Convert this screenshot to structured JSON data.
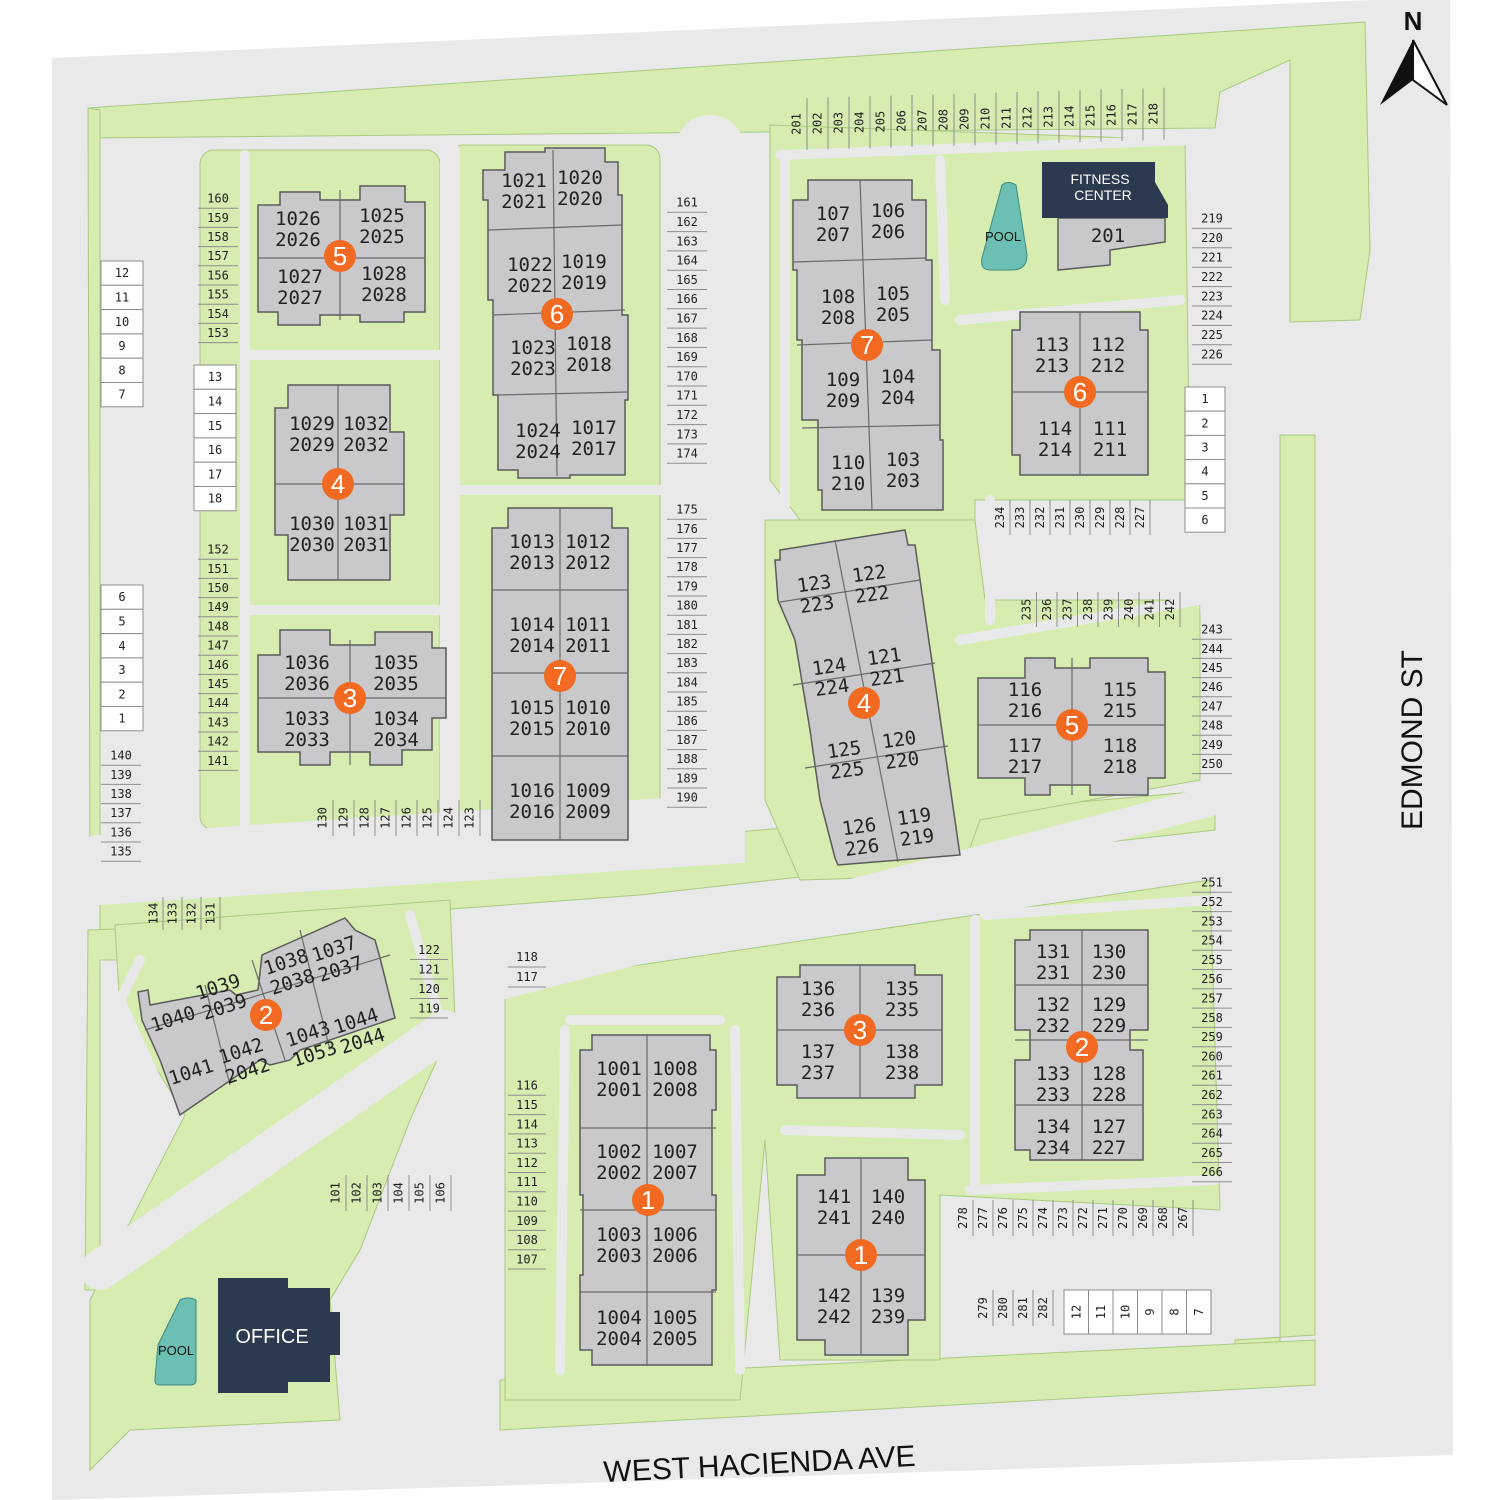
{
  "compass": {
    "label": "N"
  },
  "streets": {
    "south": "WEST HACIENDA AVE",
    "east": "EDMOND ST"
  },
  "amenities": {
    "office": "OFFICE",
    "fitness": [
      "FITNESS",
      "CENTER"
    ],
    "fitness_unit": "201",
    "pool": "POOL"
  },
  "colors": {
    "building": "#c9c9cb",
    "amenity": "#2c3a4f",
    "pool": "#6cbfb3",
    "badge": "#f26a21",
    "grass": "#d6ecb0",
    "pavement": "#e9e9ea"
  },
  "buildings": [
    {
      "badge": "5",
      "units": [
        [
          "1026",
          "2026"
        ],
        [
          "1025",
          "2025"
        ],
        [
          "1027",
          "2027"
        ],
        [
          "1028",
          "2028"
        ]
      ]
    },
    {
      "badge": "6",
      "units": [
        [
          "1021",
          "2021"
        ],
        [
          "1020",
          "2020"
        ],
        [
          "1022",
          "2022"
        ],
        [
          "1019",
          "2019"
        ],
        [
          "1023",
          "2023"
        ],
        [
          "1018",
          "2018"
        ],
        [
          "1024",
          "2024"
        ],
        [
          "1017",
          "2017"
        ]
      ]
    },
    {
      "badge": "4",
      "units": [
        [
          "1029",
          "2029"
        ],
        [
          "1032",
          "2032"
        ],
        [
          "1030",
          "2030"
        ],
        [
          "1031",
          "2031"
        ]
      ]
    },
    {
      "badge": "3",
      "units": [
        [
          "1036",
          "2036"
        ],
        [
          "1035",
          "2035"
        ],
        [
          "1033",
          "2033"
        ],
        [
          "1034",
          "2034"
        ]
      ]
    },
    {
      "badge": "7",
      "units": [
        [
          "1013",
          "2013"
        ],
        [
          "1012",
          "2012"
        ],
        [
          "1014",
          "2014"
        ],
        [
          "1011",
          "2011"
        ],
        [
          "1015",
          "2015"
        ],
        [
          "1010",
          "2010"
        ],
        [
          "1016",
          "2016"
        ],
        [
          "1009",
          "2009"
        ]
      ]
    },
    {
      "badge": "7",
      "units": [
        [
          "107",
          "207"
        ],
        [
          "106",
          "206"
        ],
        [
          "108",
          "208"
        ],
        [
          "105",
          "205"
        ],
        [
          "109",
          "209"
        ],
        [
          "104",
          "204"
        ],
        [
          "110",
          "210"
        ],
        [
          "103",
          "203"
        ]
      ]
    },
    {
      "badge": "6",
      "units": [
        [
          "113",
          "213"
        ],
        [
          "112",
          "212"
        ],
        [
          "114",
          "214"
        ],
        [
          "111",
          "211"
        ]
      ]
    },
    {
      "badge": "4",
      "units": [
        [
          "123",
          "223"
        ],
        [
          "122",
          "222"
        ],
        [
          "124",
          "224"
        ],
        [
          "121",
          "221"
        ],
        [
          "125",
          "225"
        ],
        [
          "120",
          "220"
        ],
        [
          "126",
          "226"
        ],
        [
          "119",
          "219"
        ]
      ]
    },
    {
      "badge": "5",
      "units": [
        [
          "116",
          "216"
        ],
        [
          "115",
          "215"
        ],
        [
          "117",
          "217"
        ],
        [
          "118",
          "218"
        ]
      ]
    },
    {
      "badge": "2",
      "units": [
        [
          "1040",
          ""
        ],
        [
          "1039",
          "2039"
        ],
        [
          "1038",
          "2038"
        ],
        [
          "1037",
          "2037"
        ],
        [
          "1041",
          ""
        ],
        [
          "1042",
          "2042"
        ],
        [
          "1043",
          "1053"
        ],
        [
          "1044",
          "2044"
        ]
      ]
    },
    {
      "badge": "3",
      "units": [
        [
          "136",
          "236"
        ],
        [
          "135",
          "235"
        ],
        [
          "137",
          "237"
        ],
        [
          "138",
          "238"
        ]
      ]
    },
    {
      "badge": "2",
      "units": [
        [
          "131",
          "231"
        ],
        [
          "130",
          "230"
        ],
        [
          "132",
          "232"
        ],
        [
          "129",
          "229"
        ],
        [
          "133",
          "233"
        ],
        [
          "128",
          "228"
        ],
        [
          "134",
          "234"
        ],
        [
          "127",
          "227"
        ]
      ]
    },
    {
      "badge": "1",
      "units": [
        [
          "1001",
          "2001"
        ],
        [
          "1008",
          "2008"
        ],
        [
          "1002",
          "2002"
        ],
        [
          "1007",
          "2007"
        ],
        [
          "1003",
          "2003"
        ],
        [
          "1006",
          "2006"
        ],
        [
          "1004",
          "2004"
        ],
        [
          "1005",
          "2005"
        ]
      ]
    },
    {
      "badge": "1",
      "units": [
        [
          "141",
          "241"
        ],
        [
          "140",
          "240"
        ],
        [
          "142",
          "242"
        ],
        [
          "139",
          "239"
        ]
      ]
    }
  ],
  "parking": {
    "top_row": [
      "201",
      "202",
      "203",
      "204",
      "205",
      "206",
      "207",
      "208",
      "209",
      "210",
      "211",
      "212",
      "213",
      "214",
      "215",
      "216",
      "217",
      "218"
    ],
    "fitness_side": [
      "219",
      "220",
      "221",
      "222",
      "223",
      "224",
      "225",
      "226"
    ],
    "east_garages_top": [
      "1",
      "2",
      "3",
      "4",
      "5",
      "6"
    ],
    "row_234": [
      "234",
      "233",
      "232",
      "231",
      "230",
      "229",
      "228",
      "227"
    ],
    "row_235": [
      "235",
      "236",
      "237",
      "238",
      "239",
      "240",
      "241",
      "242"
    ],
    "east_243": [
      "243",
      "244",
      "245",
      "246",
      "247",
      "248",
      "249",
      "250"
    ],
    "east_251": [
      "251",
      "252",
      "253",
      "254",
      "255",
      "256",
      "257",
      "258",
      "259",
      "260",
      "261",
      "262",
      "263",
      "264",
      "265",
      "266"
    ],
    "row_278": [
      "278",
      "277",
      "276",
      "275",
      "274",
      "273",
      "272",
      "271",
      "270",
      "269",
      "268",
      "267"
    ],
    "row_279": [
      "279",
      "280",
      "281",
      "282"
    ],
    "garages_bottom": [
      "12",
      "11",
      "10",
      "9",
      "8",
      "7"
    ],
    "west_160": [
      "160",
      "159",
      "158",
      "157",
      "156",
      "155",
      "154",
      "153"
    ],
    "west_garages_12": [
      "12",
      "11",
      "10",
      "9",
      "8",
      "7"
    ],
    "west_garages_13": [
      "13",
      "14",
      "15",
      "16",
      "17",
      "18"
    ],
    "west_152": [
      "152",
      "151",
      "150",
      "149",
      "148",
      "147",
      "146",
      "145",
      "144",
      "143",
      "142",
      "141"
    ],
    "west_garages_6": [
      "6",
      "5",
      "4",
      "3",
      "2",
      "1"
    ],
    "west_140": [
      "140",
      "139",
      "138",
      "137",
      "136",
      "135"
    ],
    "row_130": [
      "130",
      "129",
      "128",
      "127",
      "126",
      "125",
      "124",
      "123"
    ],
    "row_134": [
      "134",
      "133",
      "132",
      "131"
    ],
    "row_122": [
      "122",
      "121",
      "120",
      "119"
    ],
    "row_118": [
      "118",
      "117"
    ],
    "center_161": [
      "161",
      "162",
      "163",
      "164",
      "165",
      "166",
      "167",
      "168",
      "169",
      "170",
      "171",
      "172",
      "173",
      "174"
    ],
    "center_175": [
      "175",
      "176",
      "177",
      "178",
      "179",
      "180",
      "181",
      "182",
      "183",
      "184",
      "185",
      "186",
      "187",
      "188",
      "189",
      "190"
    ],
    "west_116": [
      "116",
      "115",
      "114",
      "113",
      "112",
      "111",
      "110",
      "109",
      "108",
      "107"
    ],
    "row_101": [
      "101",
      "102",
      "103",
      "104",
      "105",
      "106"
    ]
  }
}
